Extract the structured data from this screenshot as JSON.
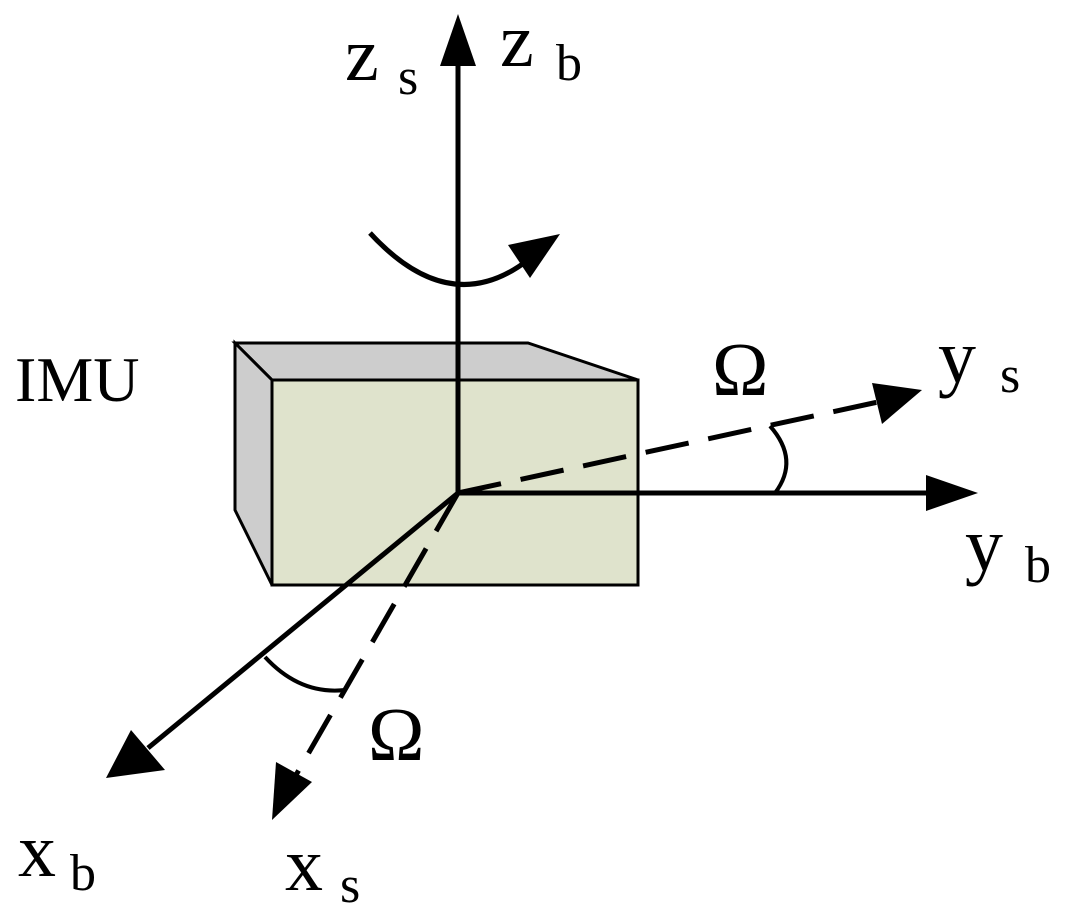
{
  "diagram": {
    "imu_label": "IMU",
    "box": {
      "front_color": "#dfe3cc",
      "side_color": "#cdcdcd",
      "top_color": "#cdcdcd",
      "stroke_color": "#000000"
    },
    "axes": {
      "z": {
        "letter": "z",
        "sensor_sub": "s",
        "body_sub": "b"
      },
      "y_sensor": {
        "letter": "y",
        "sub": "s"
      },
      "y_body": {
        "letter": "y",
        "sub": "b"
      },
      "x_body": {
        "letter": "x",
        "sub": "b"
      },
      "x_sensor": {
        "letter": "x",
        "sub": "s"
      }
    },
    "angle_labels": {
      "upper": "Ω",
      "lower": "Ω"
    },
    "icons": [
      "rotation-arrow-icon"
    ]
  }
}
